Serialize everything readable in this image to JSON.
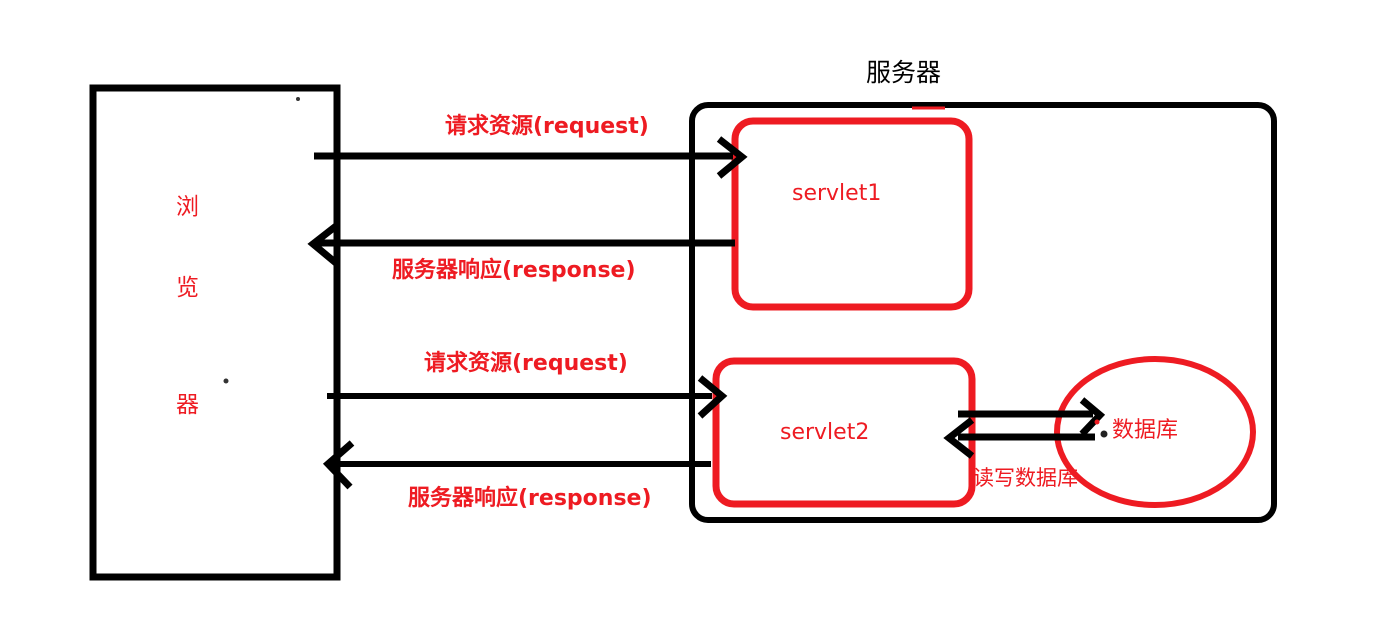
{
  "diagram": {
    "title": "服务器",
    "browser": {
      "chars": [
        "浏",
        "览",
        "器"
      ]
    },
    "servlets": [
      {
        "label": "servlet1"
      },
      {
        "label": "servlet2"
      }
    ],
    "database": {
      "label": "数据库"
    },
    "flows": [
      {
        "label": "请求资源(request)",
        "direction": "right"
      },
      {
        "label": "服务器响应(response)",
        "direction": "left"
      },
      {
        "label": "请求资源(request)",
        "direction": "right"
      },
      {
        "label": "服务器响应(response)",
        "direction": "left"
      },
      {
        "label": "读写数据库",
        "direction": "both"
      }
    ],
    "colors": {
      "red": "#ee1b22",
      "black": "#000000",
      "background": "#ffffff"
    }
  }
}
